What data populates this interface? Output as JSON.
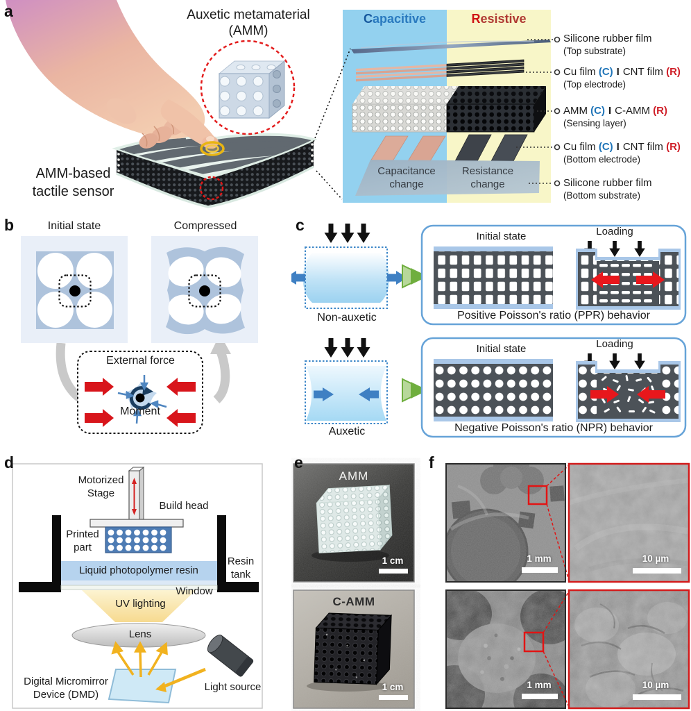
{
  "figure": {
    "a": {
      "label": "a",
      "metamaterial_title": [
        "Auxetic metamaterial",
        "(AMM)"
      ],
      "sensor_caption": [
        "AMM-based",
        "tactile sensor"
      ],
      "capacitive_header": "Capacitive",
      "resistive_header": "Resistive",
      "capacitance_change": [
        "Capacitance",
        "change"
      ],
      "resistance_change": [
        "Resistance",
        "change"
      ],
      "layers": [
        {
          "name": "Silicone rubber film",
          "sub": "(Top substrate)"
        },
        {
          "t1": "Cu film",
          "c": "(C)",
          "sep": "I",
          "t2": "CNT film",
          "r": "(R)",
          "sub": "(Top electrode)"
        },
        {
          "t1": "AMM",
          "c": "(C)",
          "sep": "I",
          "t2": "C-AMM",
          "r": "(R)",
          "sub": "(Sensing layer)"
        },
        {
          "t1": "Cu film",
          "c": "(C)",
          "sep": "I",
          "t2": "CNT film",
          "r": "(R)",
          "sub": "(Bottom electrode)"
        },
        {
          "name": "Silicone rubber film",
          "sub": "(Bottom substrate)"
        }
      ]
    },
    "b": {
      "label": "b",
      "initial": "Initial state",
      "compressed": "Compressed",
      "external_force": "External force",
      "moment": "Moment"
    },
    "c": {
      "label": "c",
      "non_auxetic": "Non-auxetic",
      "auxetic": "Auxetic",
      "ppr": {
        "initial": "Initial state",
        "loading": "Loading",
        "caption": "Positive Poisson's ratio (PPR) behavior"
      },
      "npr": {
        "initial": "Initial state",
        "loading": "Loading",
        "caption": "Negative Poisson's ratio (NPR) behavior"
      }
    },
    "d": {
      "label": "d",
      "motorized_stage": [
        "Motorized",
        "Stage"
      ],
      "build_head": "Build head",
      "printed_part": [
        "Printed",
        "part"
      ],
      "resin": "Liquid photopolymer resin",
      "resin_tank": [
        "Resin",
        "tank"
      ],
      "window": "Window",
      "uv": "UV lighting",
      "lens": "Lens",
      "dmd": [
        "Digital Micromirror",
        "Device (DMD)"
      ],
      "light_source": "Light source"
    },
    "e": {
      "label": "e",
      "amm": "AMM",
      "camm": "C-AMM",
      "scale_top": "1 cm",
      "scale_bottom": "1 cm"
    },
    "f": {
      "label": "f",
      "scale_overview_top": "1 mm",
      "scale_zoom_top": "10 µm",
      "scale_overview_bottom": "1 mm",
      "scale_zoom_bottom": "10 µm"
    }
  },
  "colors": {
    "capacitive_bg": "#93d1ef",
    "resistive_bg": "#f8f6c8",
    "capacitive_text": "#2a7abf",
    "resistive_text": "#b03a33",
    "c_marker": "#1e74b8",
    "r_marker": "#cf1f28",
    "red_arrow": "#d8151b",
    "blue_arrow": "#3f80c3",
    "green_arrow": "#6fae3e",
    "box_border": "#66a3d8",
    "grid_body": "#4c5258",
    "grid_edge": "#a9c7e8",
    "resin": "#b6d3ee",
    "uv_yellow": "#f1b21f",
    "scale_bar": "#ffffff",
    "sem_frame_red": "#d31b1b"
  }
}
